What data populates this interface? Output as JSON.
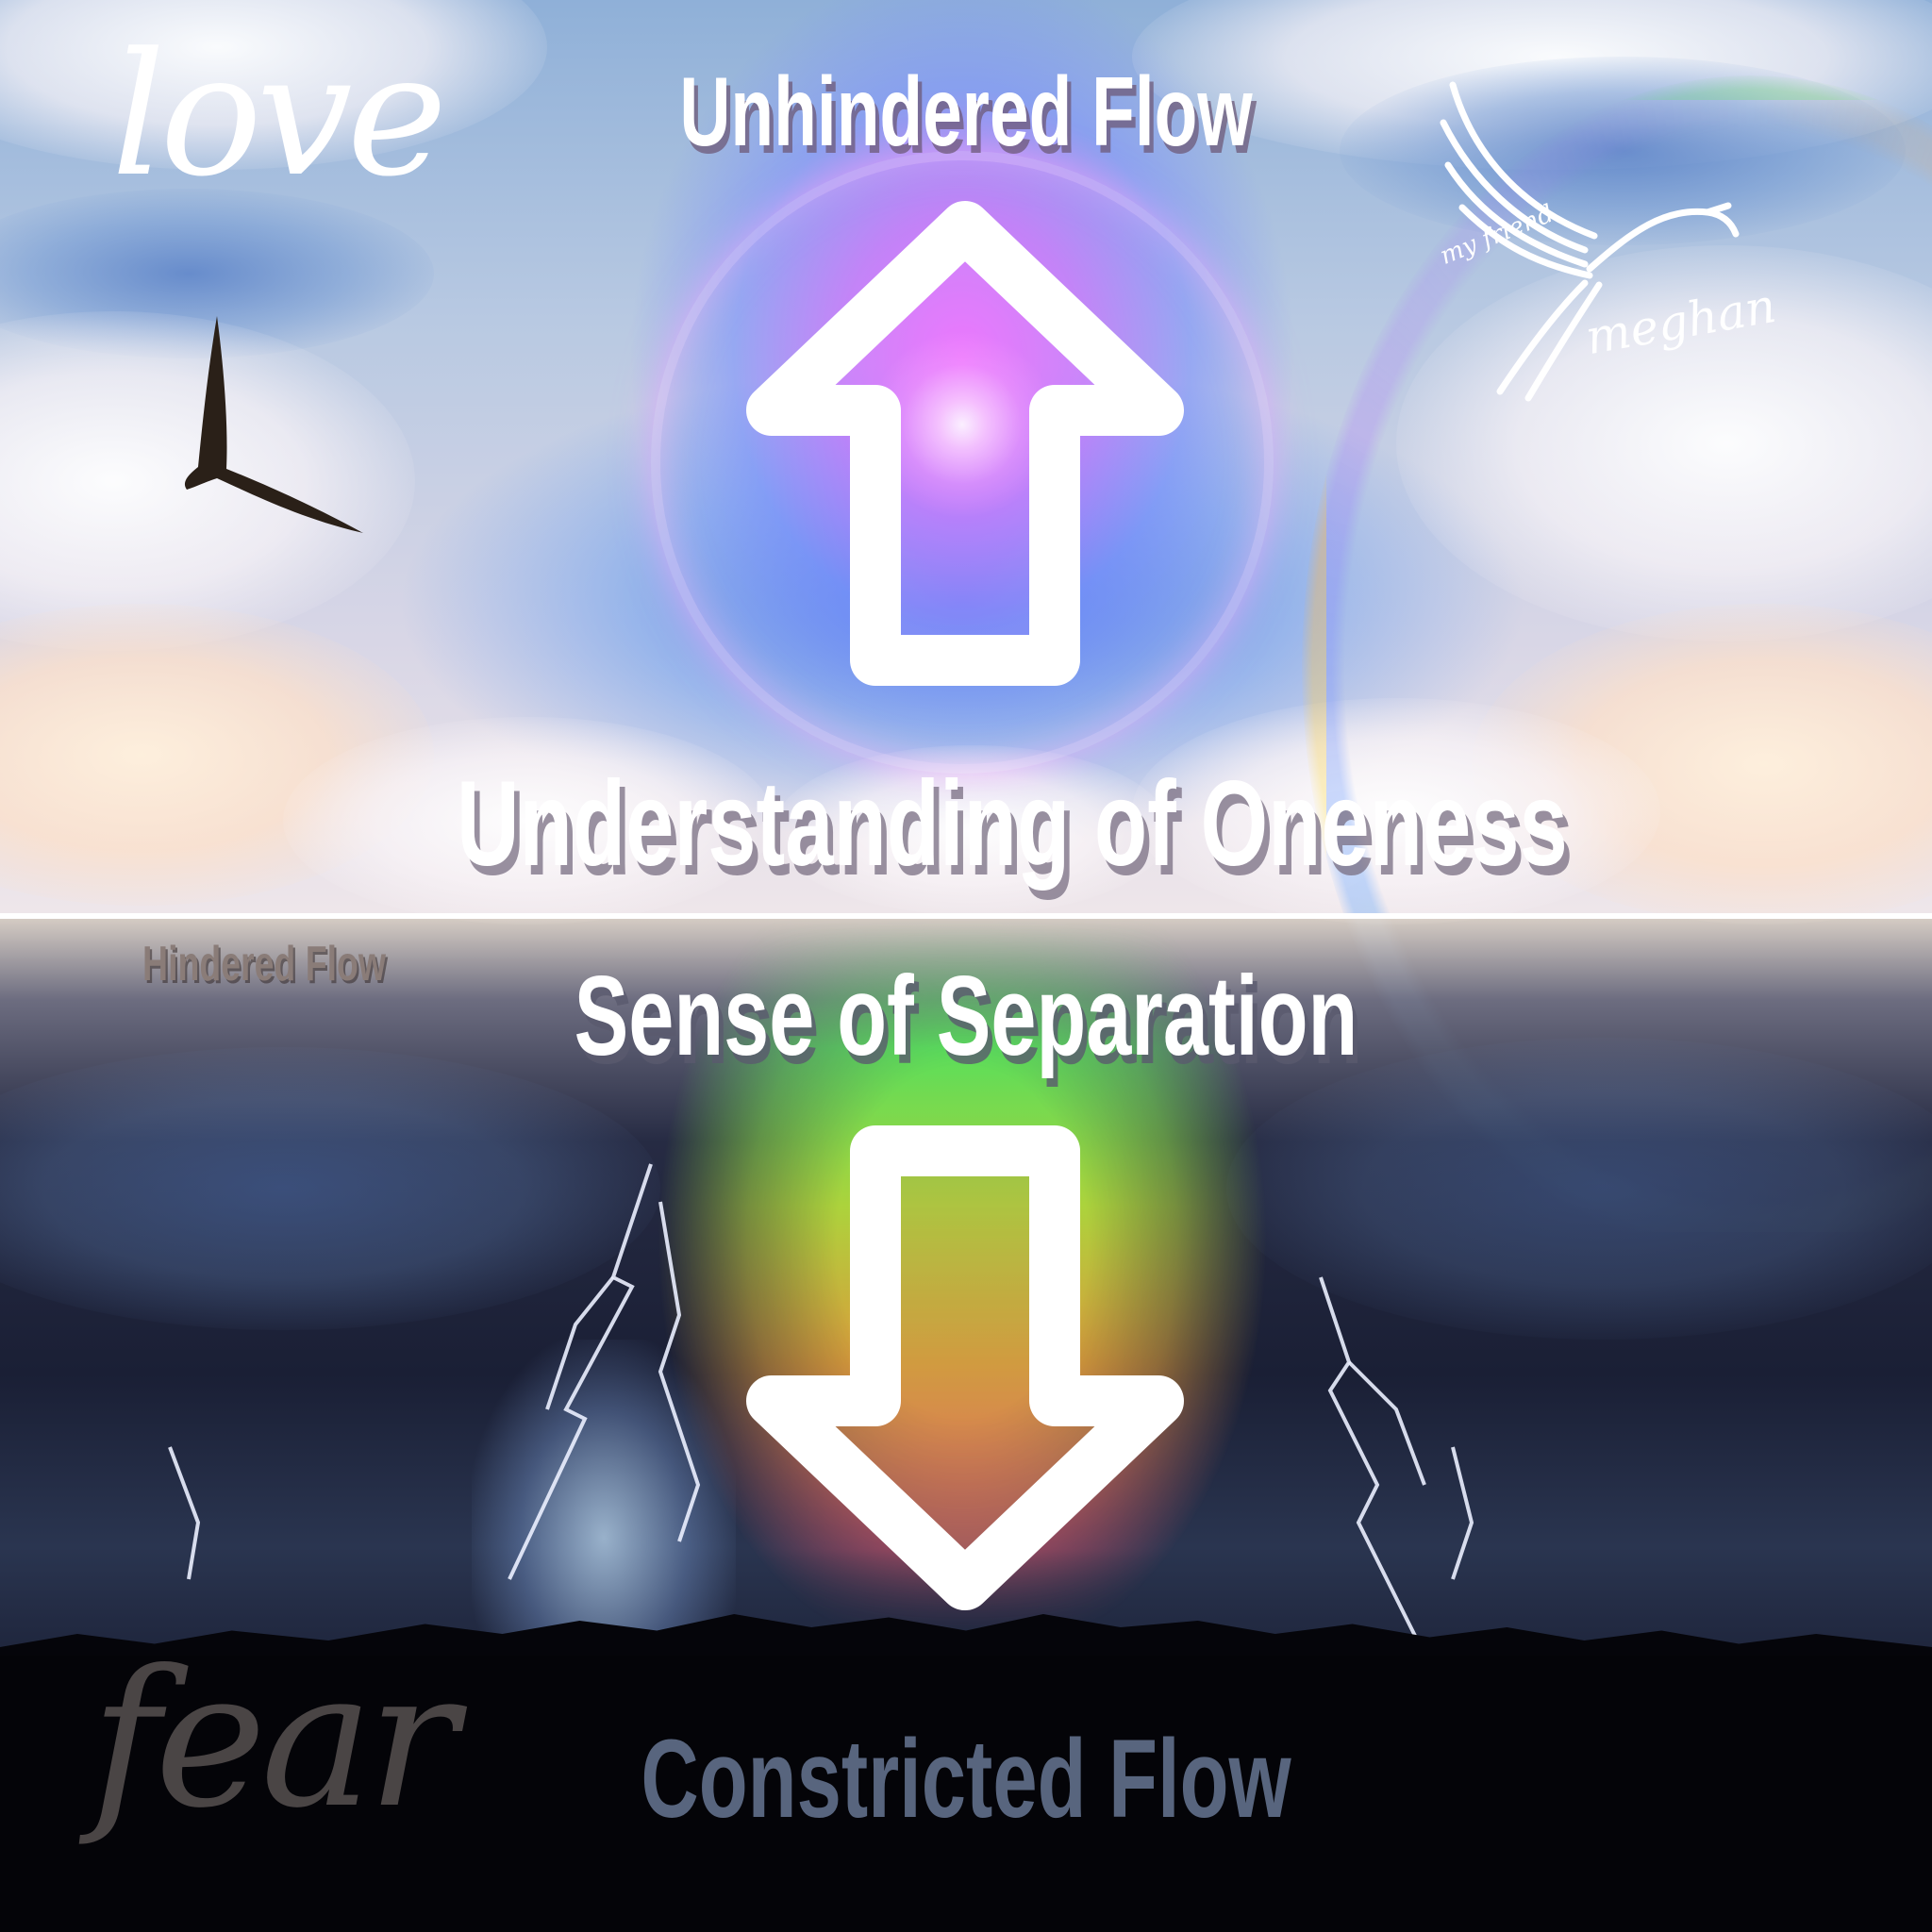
{
  "top": {
    "script_word": "love",
    "heading_top": "Unhindered Flow",
    "heading_bottom": "Understanding of Oneness"
  },
  "bottom": {
    "script_word": "fear",
    "small_label": "Hindered Flow",
    "heading_top": "Sense of Separation",
    "heading_bottom": "Constricted Flow"
  },
  "logo": {
    "line1": "my friend",
    "line2": "meghan",
    "icon": "dove-icon"
  },
  "icons": {
    "up": "up-arrow-icon",
    "down": "down-arrow-icon",
    "bird": "seagull-icon"
  },
  "colors": {
    "beam_top": "#5ae65a",
    "beam_mid": "#b4dc3c",
    "beam_bottom": "#ff5a6e",
    "aura": "#f06eff",
    "constricted_text": "#58657e"
  }
}
